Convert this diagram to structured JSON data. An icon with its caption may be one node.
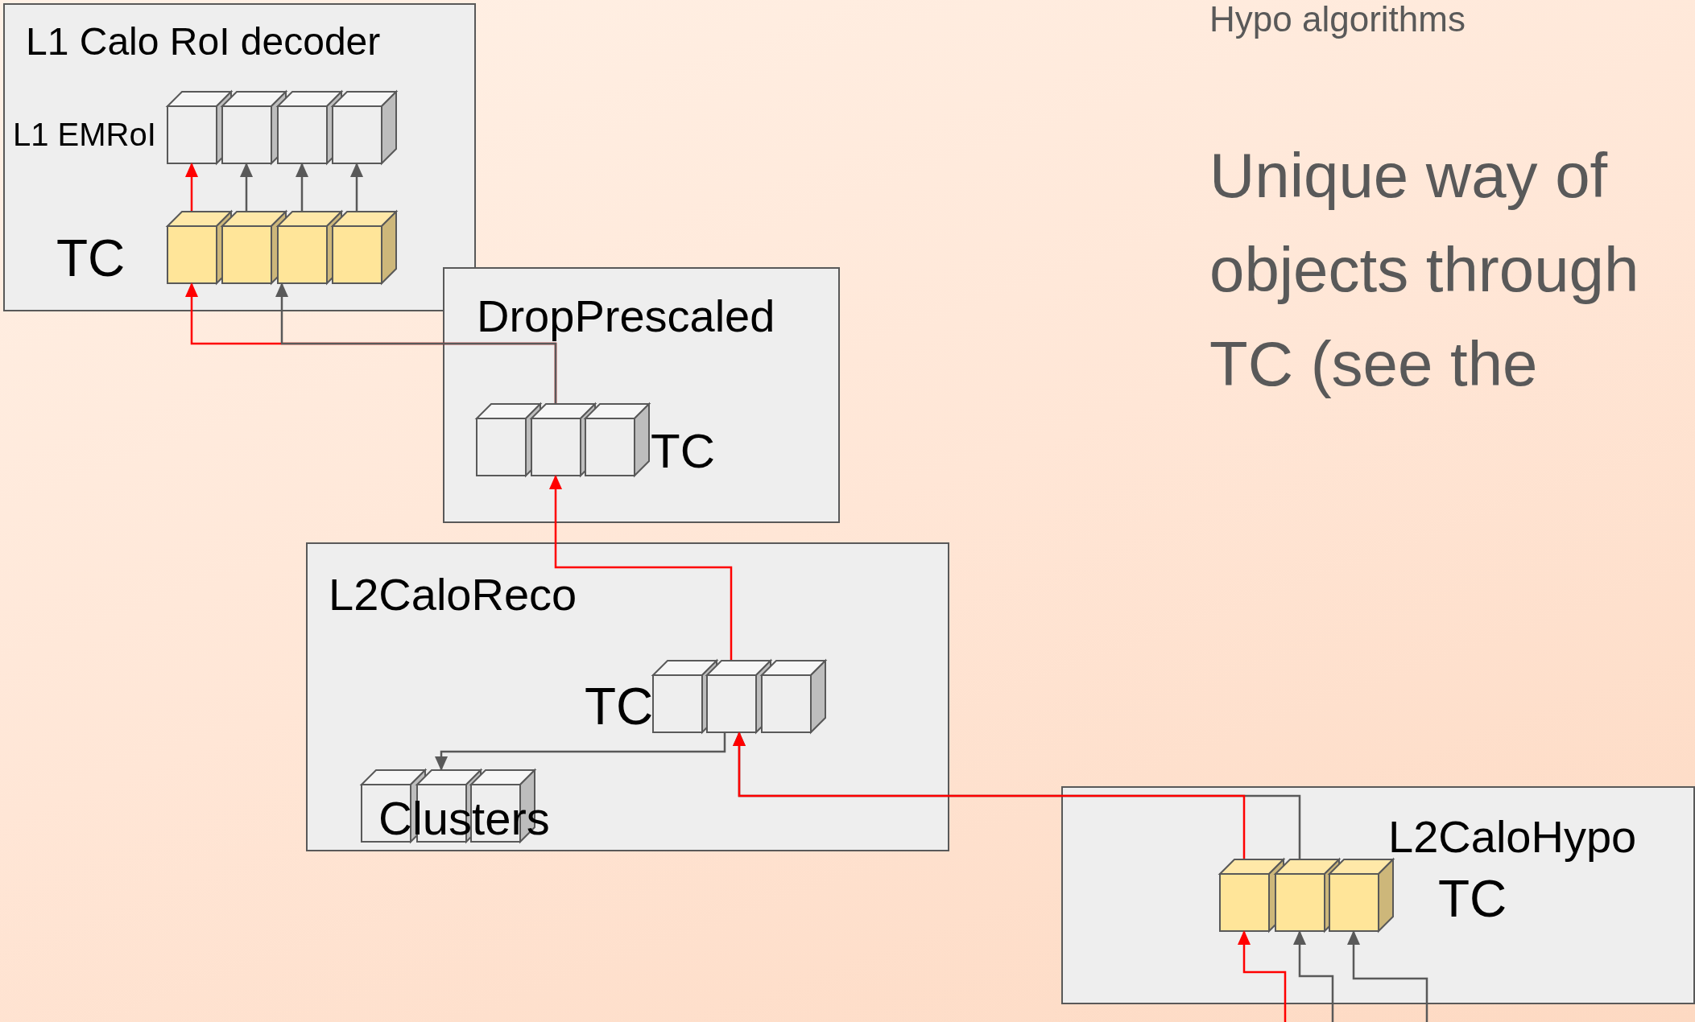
{
  "diagram": {
    "title": "Hypo algorithms",
    "nodes": [
      {
        "text": [
          "L1 Calo RoI decoder"
        ]
      },
      {
        "text": [],
        "shape": "box",
        "in": 0
      },
      {
        "text": [],
        "shape": "box",
        "in": 0
      },
      {
        "text": [],
        "shape": "box",
        "in": 0
      },
      {
        "text": [],
        "shape": "box",
        "in": 0
      },
      {
        "text": [],
        "shape": "box",
        "in": 0
      },
      {
        "text": [],
        "shape": "box",
        "in": 0
      },
      {
        "text": [],
        "shape": "box",
        "in": 0
      },
      {
        "text": [],
        "shape": "box",
        "in": 0
      },
      {
        "text": [
          "DropPrescaled"
        ]
      },
      {
        "text": [],
        "shape": "box",
        "in": 9
      },
      {
        "text": [],
        "shape": "box",
        "in": 9
      },
      {
        "text": [],
        "shape": "box",
        "in": 9
      },
      {
        "text": [
          "L2CaloReco"
        ]
      },
      {
        "text": [],
        "shape": "box",
        "in": 13
      },
      {
        "text": [],
        "shape": "box",
        "in": 13
      },
      {
        "text": [],
        "shape": "box",
        "in": 13
      },
      {
        "text": [],
        "shape": "box",
        "in": 13
      },
      {
        "text": [],
        "shape": "box",
        "in": 13
      },
      {
        "text": [],
        "shape": "box",
        "in": 13
      },
      {
        "text": [
          "L2CaloHypo"
        ]
      },
      {
        "text": [],
        "shape": "box",
        "in": 20
      },
      {
        "text": [],
        "shape": "box",
        "in": 20
      },
      {
        "text": [],
        "shape": "box",
        "in": 20
      }
    ],
    "edges": [
      {
        "from": 5,
        "to": 1,
        "arrow": "to",
        "color": "#ff0000"
      },
      {
        "from": 6,
        "to": 2,
        "arrow": "to"
      },
      {
        "from": 7,
        "to": 3,
        "arrow": "to"
      },
      {
        "from": 8,
        "to": 4,
        "arrow": "to"
      },
      {
        "from": 11,
        "to": 5,
        "arrow": "to",
        "color": "#ff0000"
      },
      {
        "from": 11,
        "to": 7,
        "arrow": "to"
      },
      {
        "from": 15,
        "to": 11,
        "arrow": "to",
        "color": "#ff0000"
      },
      {
        "from": 15,
        "to": 18,
        "arrow": "to"
      },
      {
        "from": 22,
        "to": 15,
        "arrow": "to"
      },
      {
        "from": 21,
        "to": 15,
        "arrow": "to",
        "color": "#ff0000"
      },
      {
        "from": null,
        "to": 21,
        "arrow": "to",
        "color": "#ff0000"
      },
      {
        "from": null,
        "to": 22,
        "arrow": "to"
      },
      {
        "from": null,
        "to": 23,
        "arrow": "to"
      }
    ],
    "labels": [
      "L1 EMRoI",
      "Unique way of objects through TC (see the",
      "TC",
      "TC",
      "TC",
      "Clusters",
      "TC"
    ]
  }
}
